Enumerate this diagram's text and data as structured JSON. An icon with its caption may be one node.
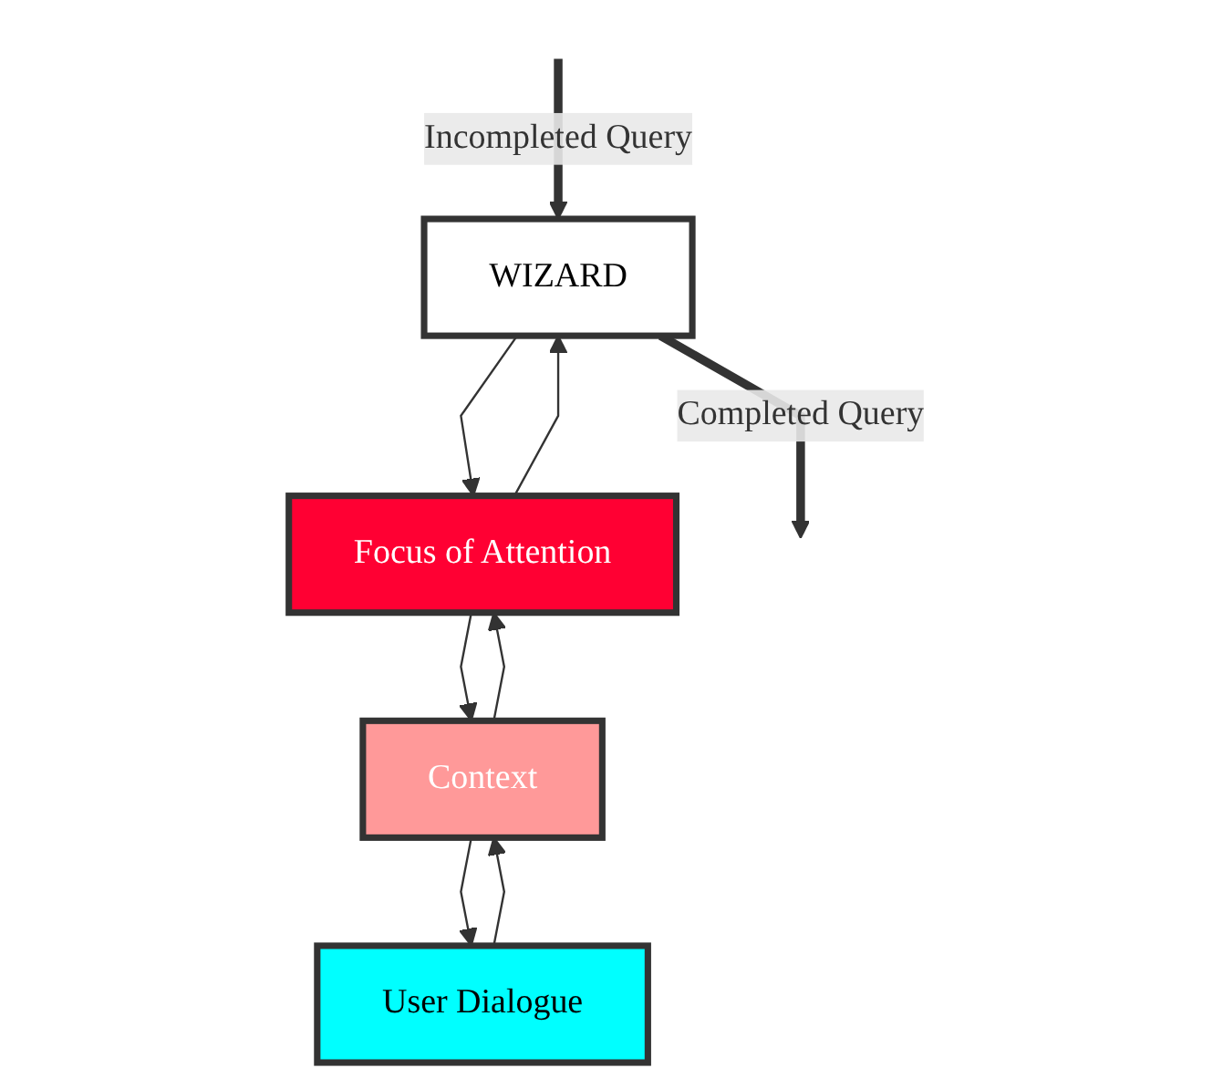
{
  "diagram": {
    "nodes": [
      {
        "text": [
          "WIZARD"
        ]
      },
      {
        "text": [
          "Focus of Attention"
        ]
      },
      {
        "text": [
          "Context"
        ]
      },
      {
        "text": [
          "User Dialogue"
        ]
      }
    ],
    "edges": [
      {
        "from": 0,
        "to": null,
        "arrow": "to",
        "label": "Completed Query",
        "style": "thick"
      },
      {
        "from": null,
        "to": 0,
        "arrow": "to",
        "label": "Incompleted Query",
        "style": "thick"
      },
      {
        "from": 0,
        "to": 1,
        "arrow": "to"
      },
      {
        "from": 1,
        "to": 0,
        "arrow": "to"
      },
      {
        "from": 1,
        "to": 2,
        "arrow": "to"
      },
      {
        "from": 2,
        "to": 1,
        "arrow": "to"
      },
      {
        "from": 2,
        "to": 3,
        "arrow": "to"
      },
      {
        "from": 3,
        "to": 2,
        "arrow": "to"
      }
    ]
  }
}
